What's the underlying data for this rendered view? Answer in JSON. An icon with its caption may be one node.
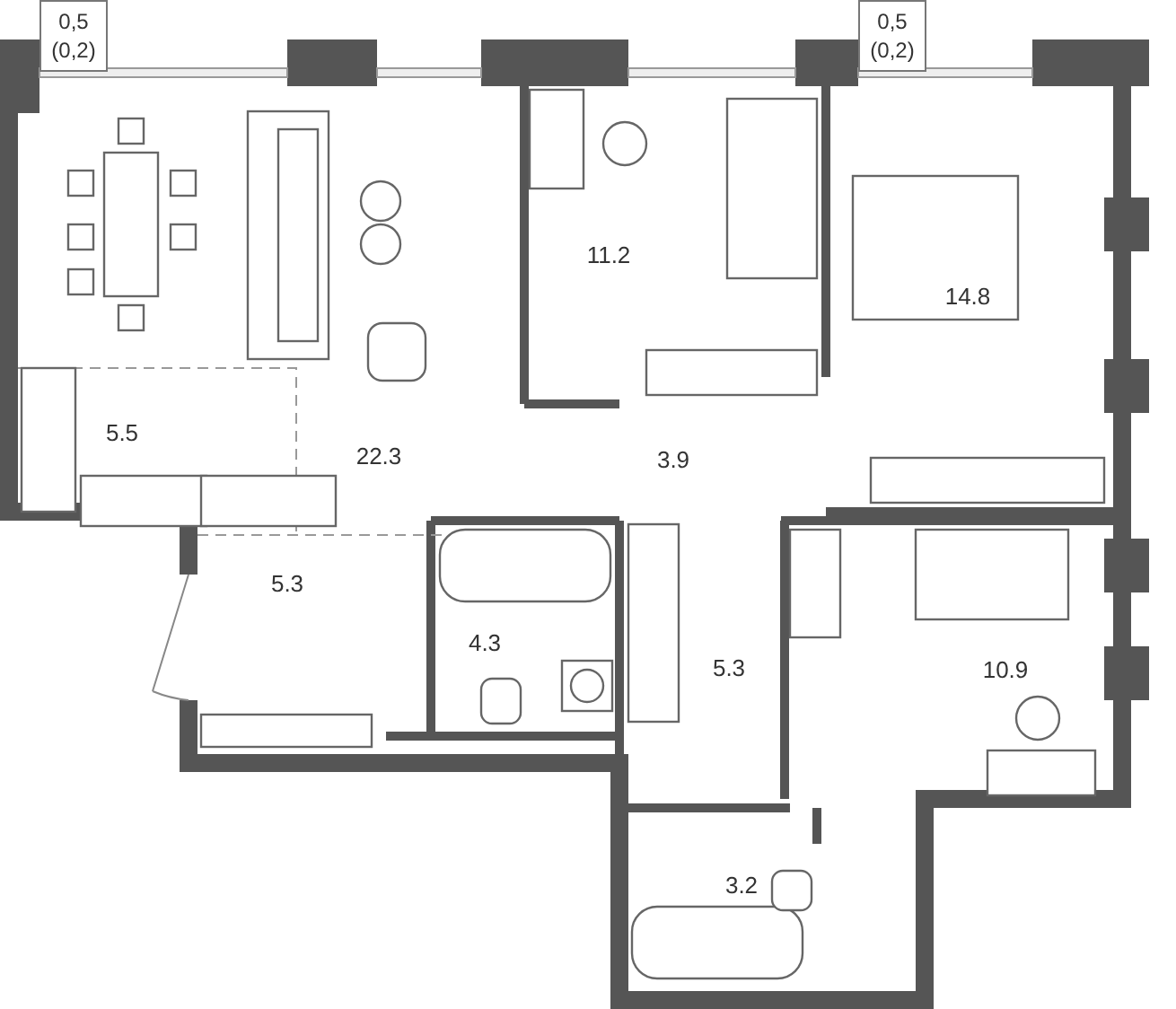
{
  "diagram": {
    "nodes": [
      {
        "text": [
          "0,5 (0,2)"
        ]
      },
      {
        "text": [
          "0,5 (0,2)"
        ]
      },
      {
        "text": [
          "22.3"
        ]
      },
      {
        "text": [
          "5.5"
        ]
      },
      {
        "text": [
          "11.2"
        ]
      },
      {
        "text": [
          "14.8"
        ]
      },
      {
        "text": [
          "3.9"
        ]
      },
      {
        "text": [
          "5.3"
        ]
      },
      {
        "text": [
          "4.3"
        ]
      },
      {
        "text": [
          "5.3"
        ]
      },
      {
        "text": [
          "10.9"
        ]
      },
      {
        "text": [
          "3.2"
        ]
      }
    ]
  }
}
